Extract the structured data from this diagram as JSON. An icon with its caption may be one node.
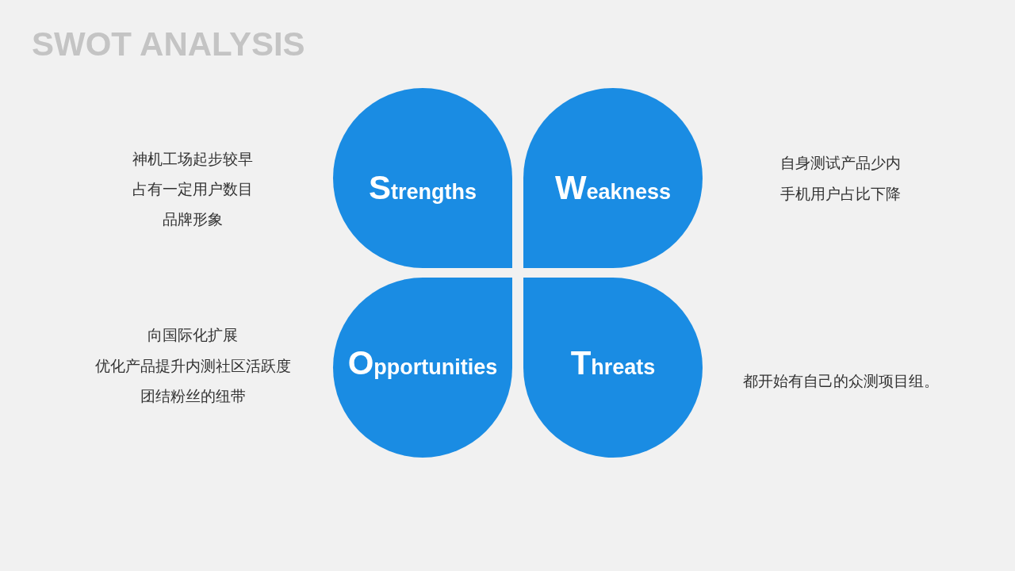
{
  "diagram": {
    "title": "SWOT ANALYSIS",
    "nodes": [
      {
        "text": [
          "Strengths"
        ],
        "beside": [
          "神机工场起步较早",
          "占有一定用户数目",
          "品牌形象"
        ]
      },
      {
        "text": [
          "Weakness"
        ],
        "beside": [
          "自身测试产品少内",
          "手机用户占比下降"
        ]
      },
      {
        "text": [
          "Opportunities"
        ],
        "beside": [
          "向国际化扩展",
          "优化产品提升内测社区活跃度",
          "团结粉丝的纽带"
        ]
      },
      {
        "text": [
          "Threats"
        ],
        "beside": [
          "都开始有自己的众测项目组。"
        ]
      }
    ]
  }
}
